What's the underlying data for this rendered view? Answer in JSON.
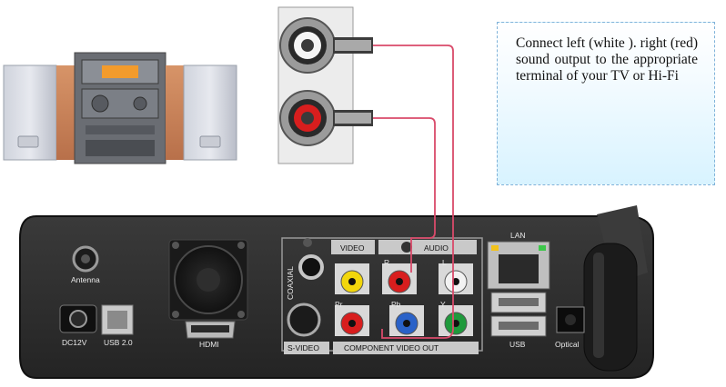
{
  "note": {
    "text": "Connect left (white ). right (red) sound output to the appropriate terminal of your TV or Hi-Fi"
  },
  "panel_labels": {
    "antenna": "Antenna",
    "usb_b": "USB 2.0",
    "dc": "DC12V",
    "hdmi": "HDMI",
    "coaxial": "COAXIAL",
    "s_video": "S-VIDEO",
    "video": "VIDEO",
    "audio": "AUDIO",
    "r": "R",
    "l": "L",
    "pr": "Pr",
    "pb": "Pb",
    "y": "Y",
    "component": "COMPONENT VIDEO OUT",
    "lan": "LAN",
    "usb_a": "USB",
    "optical": "Optical"
  },
  "colors": {
    "cable": "#d94a6a",
    "panel": "#2b2b2b",
    "rca_white": "#f2f2f2",
    "rca_red": "#d81e1e",
    "rca_yellow": "#f2d60c",
    "rca_blue": "#2a62c8",
    "rca_green": "#1f9a3c",
    "note_border": "#7fb2d9"
  }
}
